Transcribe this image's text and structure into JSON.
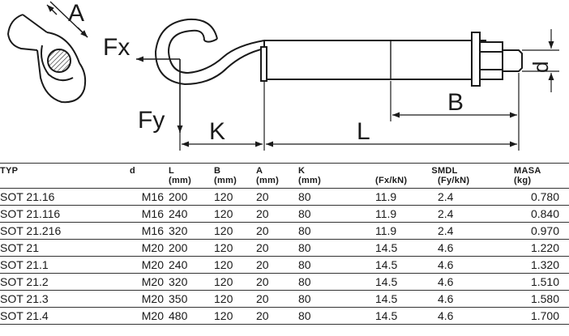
{
  "drawing": {
    "label_a": "A",
    "label_fx": "Fx",
    "label_fy": "Fy",
    "label_k": "K",
    "label_l": "L",
    "label_b": "B",
    "label_d": "d"
  },
  "table": {
    "headers_top": {
      "typ": "TYP",
      "d": "d",
      "l": "L",
      "b": "B",
      "a": "A",
      "k": "K",
      "smdl": "SMDL",
      "masa": "MASA"
    },
    "headers_units": {
      "l": "(mm)",
      "b": "(mm)",
      "a": "(mm)",
      "k": "(mm)",
      "fx": "(Fx/kN)",
      "fy": "(Fy/kN)",
      "masa": "(kg)"
    },
    "rows": [
      {
        "typ": "SOT 21.16",
        "d": "M16",
        "l": "200",
        "b": "120",
        "a": "20",
        "k": "80",
        "fx": "11.9",
        "fy": "2.4",
        "masa": "0.780"
      },
      {
        "typ": "SOT 21.116",
        "d": "M16",
        "l": "240",
        "b": "120",
        "a": "20",
        "k": "80",
        "fx": "11.9",
        "fy": "2.4",
        "masa": "0.840"
      },
      {
        "typ": "SOT 21.216",
        "d": "M16",
        "l": "320",
        "b": "120",
        "a": "20",
        "k": "80",
        "fx": "11.9",
        "fy": "2.4",
        "masa": "0.970"
      },
      {
        "typ": "SOT 21",
        "d": "M20",
        "l": "200",
        "b": "120",
        "a": "20",
        "k": "80",
        "fx": "14.5",
        "fy": "4.6",
        "masa": "1.220"
      },
      {
        "typ": "SOT 21.1",
        "d": "M20",
        "l": "240",
        "b": "120",
        "a": "20",
        "k": "80",
        "fx": "14.5",
        "fy": "4.6",
        "masa": "1.320"
      },
      {
        "typ": "SOT 21.2",
        "d": "M20",
        "l": "320",
        "b": "120",
        "a": "20",
        "k": "80",
        "fx": "14.5",
        "fy": "4.6",
        "masa": "1.510"
      },
      {
        "typ": "SOT 21.3",
        "d": "M20",
        "l": "350",
        "b": "120",
        "a": "20",
        "k": "80",
        "fx": "14.5",
        "fy": "4.6",
        "masa": "1.580"
      },
      {
        "typ": "SOT 21.4",
        "d": "M20",
        "l": "480",
        "b": "120",
        "a": "20",
        "k": "80",
        "fx": "14.5",
        "fy": "4.6",
        "masa": "1.700"
      }
    ]
  }
}
